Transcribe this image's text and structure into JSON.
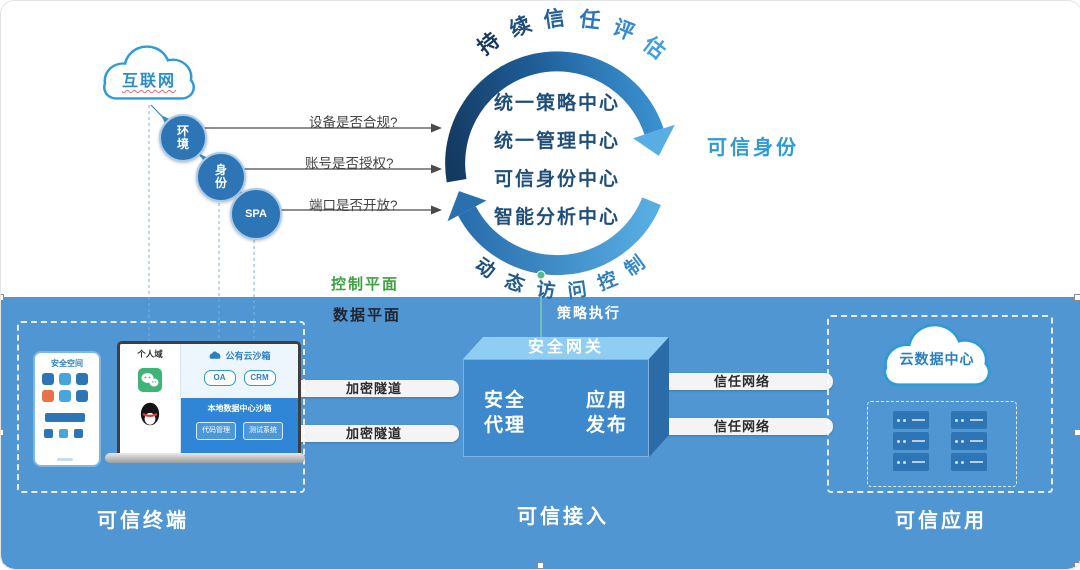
{
  "colors": {
    "band": "#5096d2",
    "accent": "#2e75b6",
    "ring_dark": "#143a61",
    "ring_light": "#58aee3",
    "green": "#3fa045"
  },
  "internet_cloud": {
    "label": "互联网"
  },
  "chain": [
    "环境",
    "身份",
    "SPA"
  ],
  "questions": [
    "设备是否合规?",
    "账号是否授权?",
    "端口是否开放?"
  ],
  "ring": {
    "top_arc_label": "持续信任评估",
    "bottom_arc_label": "动态访问控制",
    "right_label": "可信身份",
    "centers": [
      "统一策略中心",
      "统一管理中心",
      "可信身份中心",
      "智能分析中心"
    ]
  },
  "planes": {
    "control": "控制平面",
    "data": "数据平面",
    "policy": "策略执行"
  },
  "terminal": {
    "phone": {
      "title": "安全空间"
    },
    "laptop": {
      "personal_zone": "个人域",
      "public_sandbox": "公有云沙箱",
      "public_apps": [
        "OA",
        "CRM"
      ],
      "local_sandbox": "本地数据中心沙箱",
      "local_apps": [
        "代码管理",
        "测试系统"
      ]
    }
  },
  "gateway": {
    "title": "安全网关",
    "left": "安全代理",
    "right": "应用发布"
  },
  "links": {
    "encrypted_tunnel": "加密隧道",
    "trust_network": "信任网络"
  },
  "datacenter": {
    "cloud_label": "云数据中心"
  },
  "footer": {
    "terminal": "可信终端",
    "access": "可信接入",
    "application": "可信应用"
  }
}
